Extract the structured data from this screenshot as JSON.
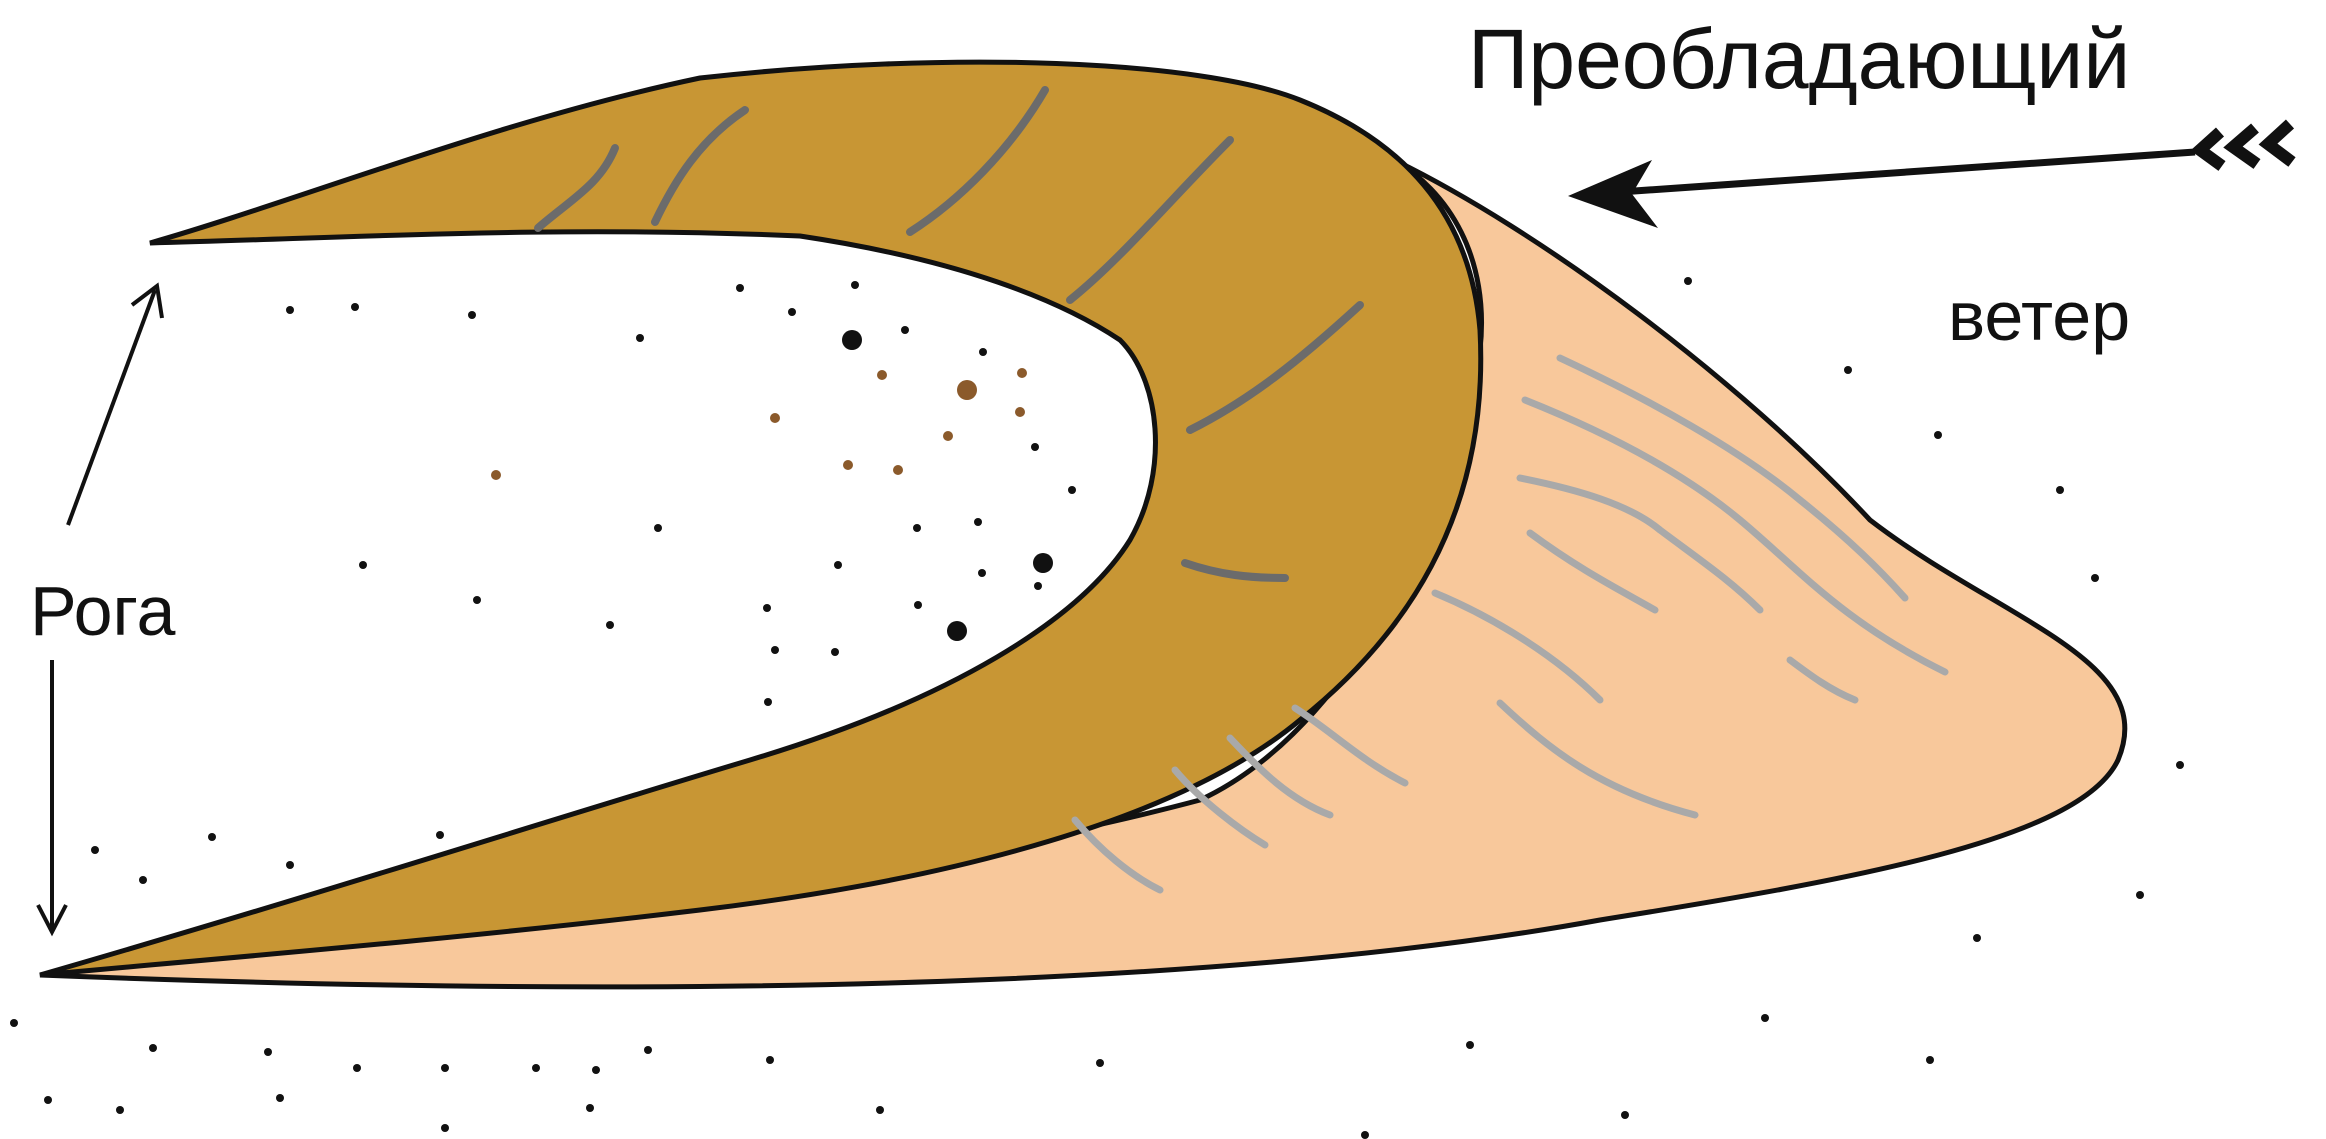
{
  "labels": {
    "wind_line1": "Преобладающий",
    "wind_line2": "ветер",
    "horns": "Рога"
  },
  "colors": {
    "crest_face": "#c89634",
    "windward_slope": "#f8c89b",
    "outline": "#111111",
    "ripple_dark": "#6b6b6b",
    "ripple_light": "#a9a9a9",
    "grain_brown": "#8b5a2b",
    "grain_black": "#111111"
  },
  "icons": {
    "wind_arrow": "arrow-left-icon",
    "wind_tail": "chevron-fletching-icon",
    "horn_pointer": "arrow-icon"
  }
}
